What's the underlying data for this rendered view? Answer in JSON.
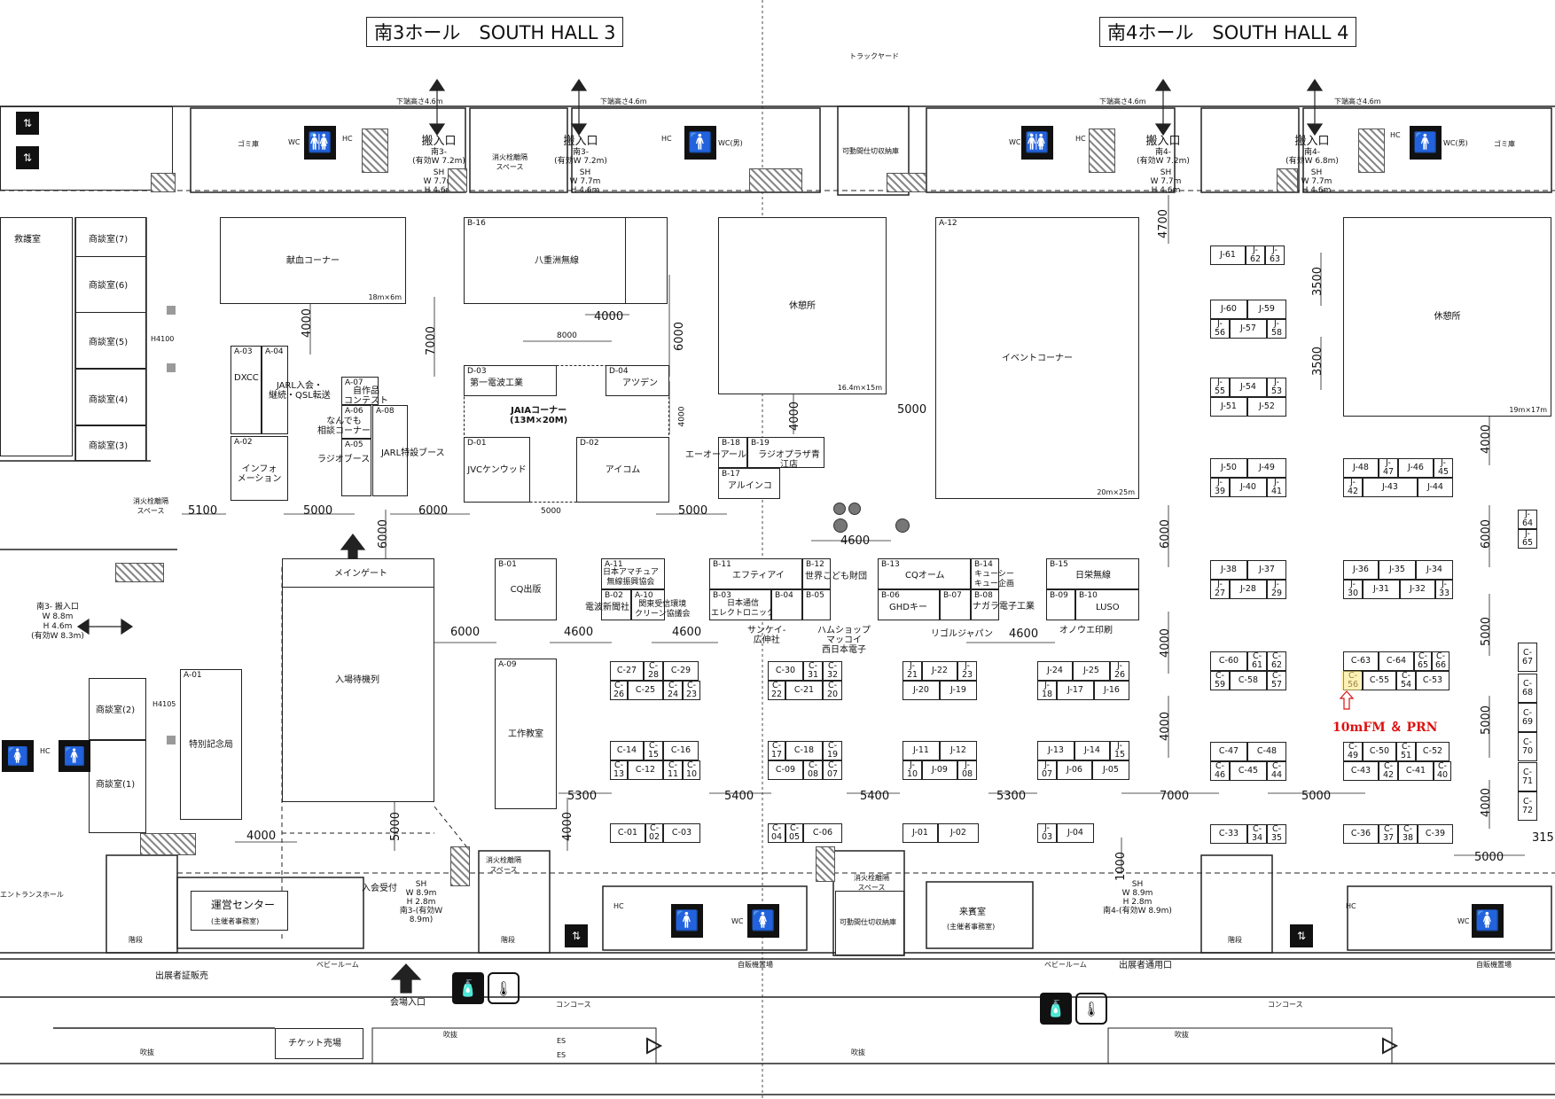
{
  "halls": {
    "hall3": "南3ホール　SOUTH HALL 3",
    "hall4": "南4ホール　SOUTH HALL 4"
  },
  "top": {
    "truck_yard": "トラックヤード",
    "ceiling1": "下端高さ4.6m",
    "ceiling2": "下端高さ4.6m",
    "ceiling3": "下端高さ4.6m",
    "ceiling4": "下端高さ4.6m",
    "dock1": {
      "title": "搬入口",
      "sub": "南3-",
      "eff": "(有効W 7.2m)",
      "sh": "SH",
      "w": "W 7.7m",
      "h": "H 4.6m"
    },
    "dock2": {
      "title": "搬入口",
      "sub": "南3-",
      "eff": "(有効W 7.2m)",
      "sh": "SH",
      "w": "W 7.7m",
      "h": "H 4.6m"
    },
    "dock3": {
      "title": "搬入口",
      "sub": "南4-",
      "eff": "(有効W 7.2m)",
      "sh": "SH",
      "w": "W 7.7m",
      "h": "H 4.6m"
    },
    "dock4": {
      "title": "搬入口",
      "sub": "南4-",
      "eff": "(有効W 6.8m)",
      "sh": "SH",
      "w": "W 7.7m",
      "h": "H 4.6m"
    },
    "fire_space": "消火栓離隔\nスペース",
    "partition_store": "可動間仕切収納庫",
    "garbage1": "ゴミ庫",
    "garbage2": "ゴミ庫",
    "stairs": "階段",
    "stairs2": "階段",
    "wc": "WC",
    "hc": "HC",
    "wc_men": "WC(男)"
  },
  "left": {
    "first_aid": "救護室",
    "rooms": [
      "商談室(7)",
      "商談室(6)",
      "商談室(5)",
      "商談室(4)",
      "商談室(3)"
    ],
    "rooms_low": [
      "商談室(2)",
      "商談室(1)"
    ],
    "fire_space": "消火栓離隔\nスペース",
    "dock": {
      "title": "南3-  搬入口",
      "w": "W 8.8m",
      "h": "H 4.6m",
      "eff": "(有効W 8.3m)"
    },
    "entrance_hall": "エントランスホール",
    "h4100": "H4100",
    "h4105": "H4105"
  },
  "areas": {
    "kenketsu": "献血コーナー",
    "kenketsu_size": "18m×6m",
    "b16": {
      "code": "B-16",
      "name": "八重洲無線"
    },
    "kyukei1": "休憩所",
    "kyukei1_size": "16.4m×15m",
    "a12": {
      "code": "A-12",
      "name": "イベントコーナー",
      "size": "20m×25m"
    },
    "kyukei2": "休憩所",
    "kyukei2_size": "19m×17m",
    "jaia": "JAIAコーナー\n(13M×20M)",
    "d03": {
      "code": "D-03",
      "name": "第一電波工業"
    },
    "d04": {
      "code": "D-04",
      "name": "アツデン"
    },
    "d01": {
      "code": "D-01",
      "name": "JVCケンウッド"
    },
    "d02": {
      "code": "D-02",
      "name": "アイコム"
    },
    "a03": {
      "code": "A-03",
      "name": "DXCC"
    },
    "a04": {
      "code": "A-04",
      "name": "JARL入会・\n継続・QSL転送"
    },
    "a02": {
      "code": "A-02",
      "name": "インフォ\nメーション"
    },
    "a07": {
      "code": "A-07",
      "name": "自作品\nコンテスト"
    },
    "a06": {
      "code": "A-06",
      "name": "なんでも\n相談コーナー"
    },
    "a05": {
      "code": "A-05",
      "name": "ラジオブース"
    },
    "a08": {
      "code": "A-08",
      "name": "JARL特設ブース"
    },
    "b18": {
      "code": "B-18",
      "name": "エーオーアール"
    },
    "b19": {
      "code": "B-19",
      "name": "ラジオプラザ青江店"
    },
    "b17": {
      "code": "B-17",
      "name": "アルインコ"
    },
    "main_gate": "メインゲート",
    "queue": "入場待機列",
    "a01": {
      "code": "A-01",
      "name": "特別記念局"
    },
    "a09": {
      "code": "A-09",
      "name": "工作教室"
    },
    "b01": {
      "code": "B-01",
      "name": "CQ出版"
    },
    "a11": {
      "code": "A-11",
      "name": "日本アマチュア\n無線振興協会"
    },
    "b02": {
      "code": "B-02",
      "name": "電波新聞社"
    },
    "a10": {
      "code": "A-10",
      "name": "関東受信環境\nクリーン協議会"
    },
    "b11": {
      "code": "B-11",
      "name": "エフティアイ"
    },
    "b12": {
      "code": "B-12",
      "name": "世界こども財団"
    },
    "b03": {
      "code": "B-03",
      "name": "日本通信\nエレクトロニック"
    },
    "b04": {
      "code": "B-04",
      "name": ""
    },
    "b05": {
      "code": "B-05",
      "name": ""
    },
    "sankei": "サンケイ-\n広伸社",
    "hamshop": "ハムショップ\nマッコイ\n西日本電子",
    "b13": {
      "code": "B-13",
      "name": "CQオーム"
    },
    "b14": {
      "code": "B-14",
      "name": "キューシー\nキュー企画"
    },
    "b06": {
      "code": "B-06",
      "name": "GHDキー"
    },
    "b07": {
      "code": "B-07",
      "name": ""
    },
    "b08": {
      "code": "B-08",
      "name": "ナガラ電子工業"
    },
    "rigol": "リゴルジャパン",
    "b15": {
      "code": "B-15",
      "name": "日栄無線"
    },
    "b09": {
      "code": "B-09",
      "name": ""
    },
    "b10": {
      "code": "B-10",
      "name": "LUSO"
    },
    "onoue": "オノウエ印刷"
  },
  "booths": {
    "c_row1_top": [
      "C-27",
      "C-\n28",
      "C-29",
      "C-30",
      "C-\n31",
      "C-\n32"
    ],
    "c_row1_bot": [
      "C-\n26",
      "C-25",
      "C-\n24",
      "C-\n23",
      "C-\n22",
      "C-21",
      "C-\n20"
    ],
    "c_row2_top": [
      "C-14",
      "C-\n15",
      "C-16",
      "C-\n17",
      "C-18",
      "C-\n19"
    ],
    "c_row2_bot": [
      "C-\n13",
      "C-12",
      "C-\n11",
      "C-\n10",
      "C-09",
      "C-\n08",
      "C-\n07"
    ],
    "c_row3": [
      "C-01",
      "C-\n02",
      "C-03",
      "C-\n04",
      "C-\n05",
      "C-06"
    ],
    "j_row1_top": [
      "J-\n21",
      "J-22",
      "J-\n23",
      "J-24",
      "J-25",
      "J-\n26"
    ],
    "j_row1_bot": [
      "J-20",
      "J-19",
      "J-\n18",
      "J-17",
      "J-16"
    ],
    "j_row2_top": [
      "J-11",
      "J-12",
      "J-13",
      "J-14",
      "J-\n15"
    ],
    "j_row2_bot": [
      "J-\n10",
      "J-09",
      "J-\n08",
      "J-\n07",
      "J-06",
      "J-05"
    ],
    "j_row3": [
      "J-01",
      "J-02",
      "J-\n03",
      "J-04"
    ],
    "c_right1_top": [
      "C-60",
      "C-\n61",
      "C-\n62",
      "C-63",
      "C-64",
      "C-\n65",
      "C-\n66"
    ],
    "c_right1_bot": [
      "C-\n59",
      "C-58",
      "C-\n57",
      "C-\n56",
      "C-55",
      "C-\n54",
      "C-53"
    ],
    "c_right2_top": [
      "C-47",
      "C-48",
      "C-\n49",
      "C-50",
      "C-\n51",
      "C-52"
    ],
    "c_right2_bot": [
      "C-\n46",
      "C-45",
      "C-\n44",
      "C-43",
      "C-\n42",
      "C-41",
      "C-\n40"
    ],
    "c_right3": [
      "C-33",
      "C-\n34",
      "C-\n35",
      "C-36",
      "C-\n37",
      "C-\n38",
      "C-39"
    ],
    "j_right_a_top": [
      "J-61",
      "J-\n62",
      "J-\n63"
    ],
    "j_right_b_top": [
      "J-60",
      "J-59"
    ],
    "j_right_b_bot": [
      "J-\n56",
      "J-57",
      "J-\n58"
    ],
    "j_right_c_top": [
      "J-\n55",
      "J-54",
      "J-\n53"
    ],
    "j_right_c_bot": [
      "J-51",
      "J-52"
    ],
    "j_right_d_top": [
      "J-50",
      "J-49",
      "J-48",
      "J-\n47",
      "J-46",
      "J-\n45"
    ],
    "j_right_d_bot": [
      "J-\n39",
      "J-40",
      "J-\n41",
      "J-\n42",
      "J-43",
      "J-44"
    ],
    "j_right_e_top": [
      "J-38",
      "J-37",
      "J-36",
      "J-35",
      "J-34"
    ],
    "j_right_e_bot": [
      "J-\n27",
      "J-28",
      "J-\n29",
      "J-\n30",
      "J-31",
      "J-32",
      "J-\n33"
    ],
    "j_col": [
      "J-\n64",
      "J-\n65"
    ],
    "c_col": [
      "C-\n67",
      "C-\n68",
      "C-\n69",
      "C-\n70",
      "C-\n71",
      "C-\n72"
    ]
  },
  "dims": {
    "d4000a": "4000",
    "d7000": "7000",
    "d4000b": "4000",
    "d8000": "8000",
    "d6000a": "6000",
    "d4000c": "4000",
    "d4000d": "4000",
    "d5000a": "5000",
    "d4700": "4700",
    "d3500a": "3500",
    "d3500b": "3500",
    "d4000e": "4000",
    "d5100": "5100",
    "d5000b": "5000",
    "d6000b": "6000",
    "d6000c": "6000",
    "d5000c": "5000",
    "d5000d": "5000",
    "d6000d": "6000",
    "d4600a": "4600",
    "d6000e": "6000",
    "d4600b": "4600",
    "d4600c": "4600",
    "d4600d": "4600",
    "d6000f": "6000",
    "d5000e": "5000",
    "d4000f": "4000",
    "d4000g": "4000",
    "d5000f": "5000",
    "d5300a": "5300",
    "d5400a": "5400",
    "d5400b": "5400",
    "d5300b": "5300",
    "d7000b": "7000",
    "d5000g": "5000",
    "d4000h": "4000",
    "d4000i": "4000",
    "d5000h": "5000",
    "d4000j": "4000",
    "d1000": "1000",
    "d5000i": "5000",
    "d315": "315"
  },
  "bottom": {
    "ops_center": "運営センター",
    "ops_sub": "(主催者事務室)",
    "reception": "入会受付",
    "sh1": "SH",
    "w1": "W 8.9m",
    "h1": "H 2.8m",
    "eff1": "南3-(有効W 8.9m)",
    "stairs": "階段",
    "fire_space": "消火栓離隔\nスペース",
    "partition_store": "可動間仕切収納庫",
    "guest": "来賓室",
    "guest_sub": "(主催者事務室)",
    "sh2": "SH",
    "w2": "W 8.9m",
    "h2": "H 2.8m",
    "eff2": "南4-(有効W 8.9m)",
    "baby1": "ベビールーム",
    "baby2": "ベビールーム",
    "vending1": "自販機置場",
    "vending2": "自販機置場",
    "exhibitor_sales": "出展者証販売",
    "venue_entrance": "会場入口",
    "exhibitor_entrance": "出展者通用口",
    "concourse1": "コンコース",
    "concourse2": "コンコース",
    "ticket": "チケット売場",
    "fukinuke": "吹抜",
    "es": "ES"
  },
  "annotation": "10mFM ＆ PRN",
  "colors": {
    "annotation": "#dd1111",
    "line": "#222222"
  }
}
